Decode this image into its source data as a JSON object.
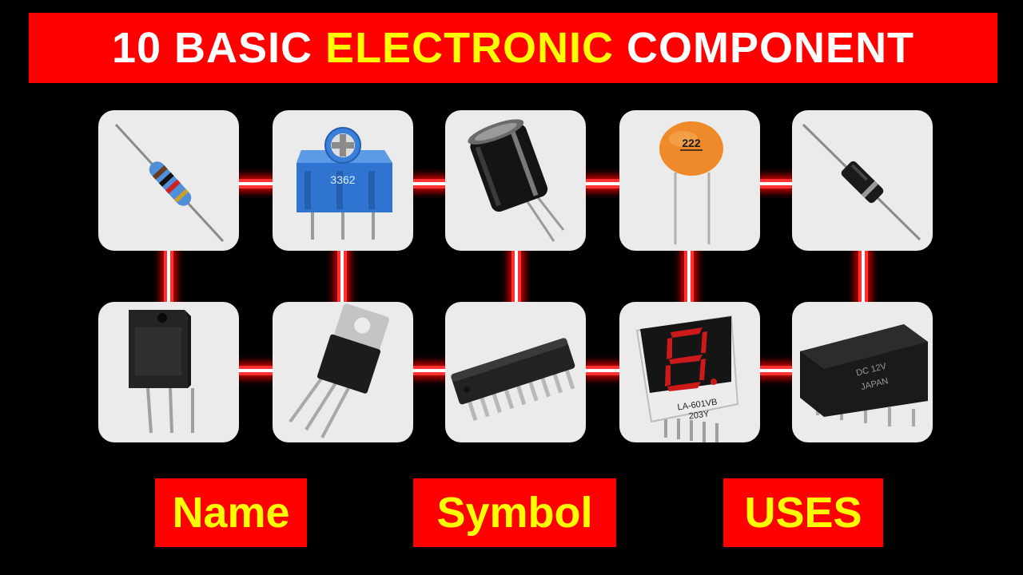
{
  "title": {
    "part1": "10 BASIC",
    "part2": "ELECTRONIC",
    "part3": "COMPONENT"
  },
  "components": [
    {
      "icon": "resistor-icon"
    },
    {
      "icon": "trimmer-potentiometer-icon",
      "marking": "3362"
    },
    {
      "icon": "electrolytic-capacitor-icon"
    },
    {
      "icon": "ceramic-capacitor-icon",
      "marking": "222"
    },
    {
      "icon": "diode-icon"
    },
    {
      "icon": "power-transistor-icon"
    },
    {
      "icon": "voltage-regulator-icon"
    },
    {
      "icon": "integrated-circuit-icon"
    },
    {
      "icon": "seven-segment-display-icon",
      "marking1": "LA-601VB",
      "marking2": "203Y"
    },
    {
      "icon": "relay-icon",
      "marking1": "DC 12V",
      "marking2": "JAPAN"
    }
  ],
  "labels": {
    "name": "Name",
    "symbol": "Symbol",
    "uses": "USES"
  },
  "colors": {
    "background": "#000000",
    "banner": "#ff0000",
    "highlight": "#ffff00",
    "tile": "#ebebeb"
  }
}
